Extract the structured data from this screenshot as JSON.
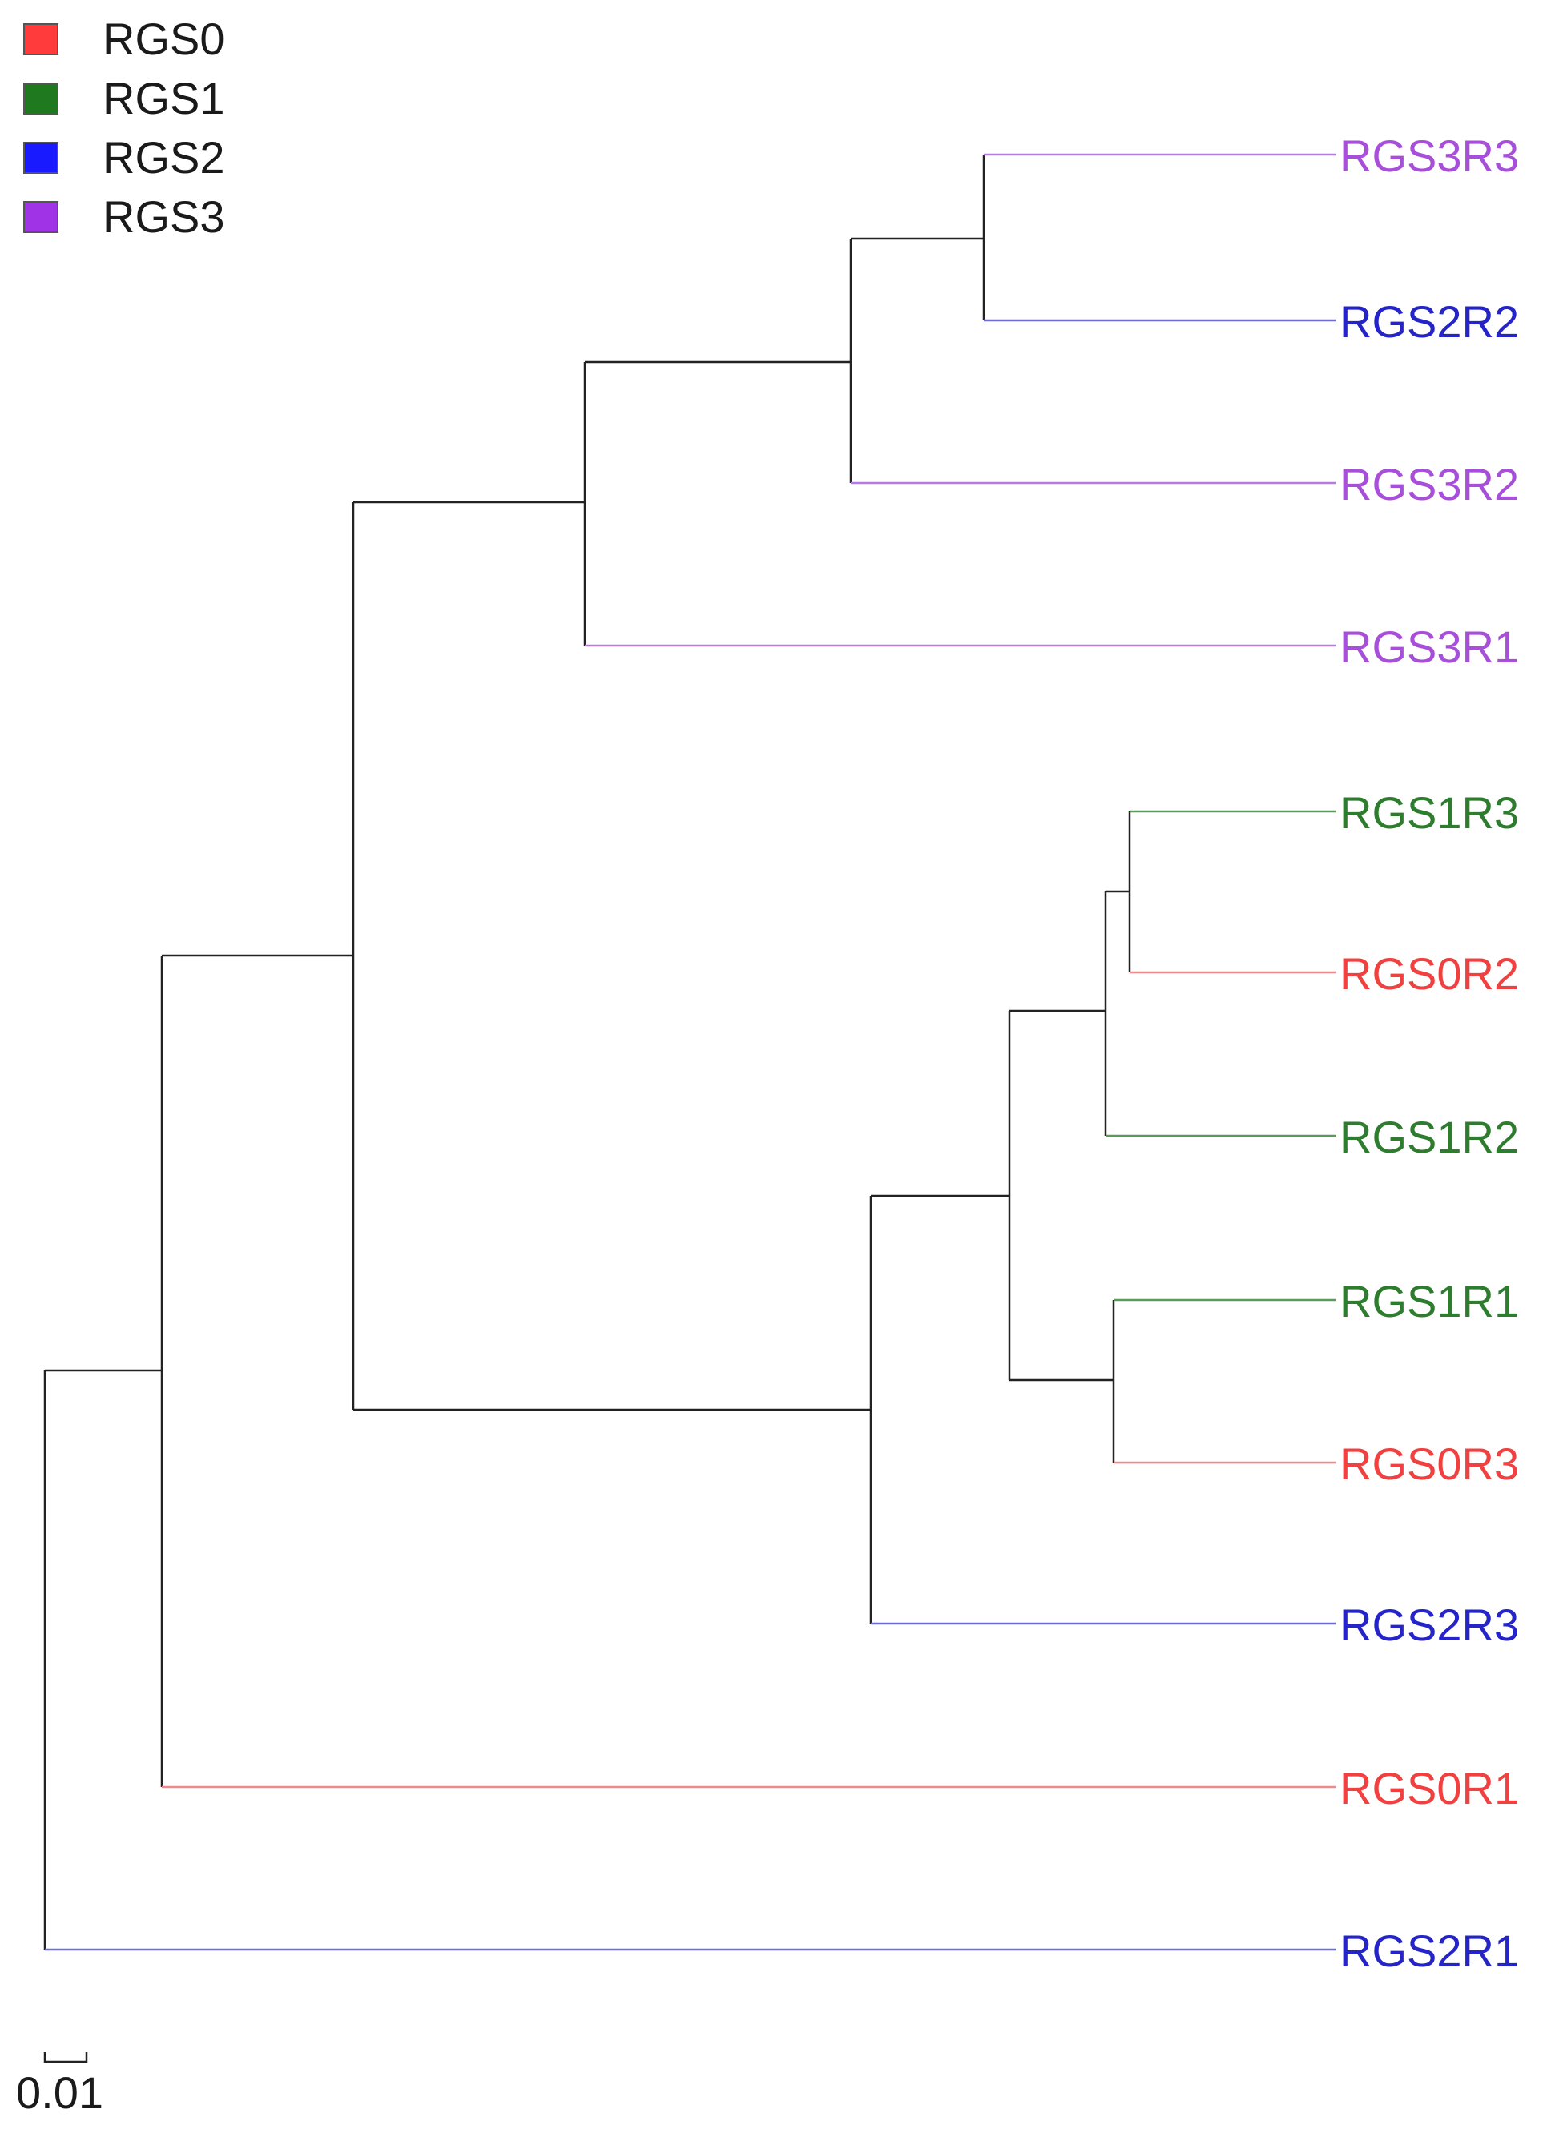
{
  "legend": [
    {
      "label": "RGS0",
      "color": "#ff3b3b"
    },
    {
      "label": "RGS1",
      "color": "#1f7a1f"
    },
    {
      "label": "RGS2",
      "color": "#1a1aff"
    },
    {
      "label": "RGS3",
      "color": "#a033e6"
    }
  ],
  "leaves": [
    {
      "label": "RGS3R3",
      "group": "RGS3"
    },
    {
      "label": "RGS2R2",
      "group": "RGS2"
    },
    {
      "label": "RGS3R2",
      "group": "RGS3"
    },
    {
      "label": "RGS3R1",
      "group": "RGS3"
    },
    {
      "label": "RGS1R3",
      "group": "RGS1"
    },
    {
      "label": "RGS0R2",
      "group": "RGS0"
    },
    {
      "label": "RGS1R2",
      "group": "RGS1"
    },
    {
      "label": "RGS1R1",
      "group": "RGS1"
    },
    {
      "label": "RGS0R3",
      "group": "RGS0"
    },
    {
      "label": "RGS2R3",
      "group": "RGS2"
    },
    {
      "label": "RGS0R1",
      "group": "RGS0"
    },
    {
      "label": "RGS2R1",
      "group": "RGS2"
    }
  ],
  "scale_bar": {
    "label": "0.01"
  }
}
